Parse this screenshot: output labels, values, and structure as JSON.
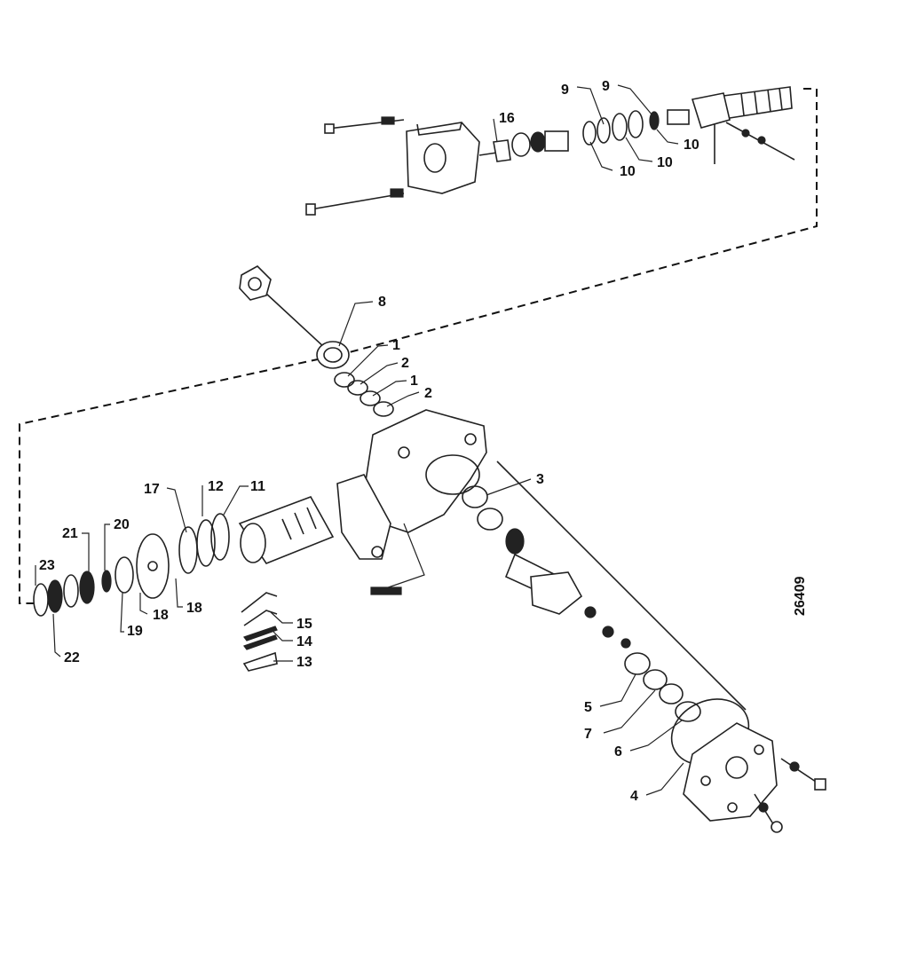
{
  "figure_code": "26409",
  "callouts": [
    {
      "id": "c16",
      "text": "16"
    },
    {
      "id": "c9a",
      "text": "9"
    },
    {
      "id": "c9b",
      "text": "9"
    },
    {
      "id": "c10a",
      "text": "10"
    },
    {
      "id": "c10b",
      "text": "10"
    },
    {
      "id": "c10c",
      "text": "10"
    },
    {
      "id": "c8",
      "text": "8"
    },
    {
      "id": "c1a",
      "text": "1"
    },
    {
      "id": "c2a",
      "text": "2"
    },
    {
      "id": "c1b",
      "text": "1"
    },
    {
      "id": "c2b",
      "text": "2"
    },
    {
      "id": "c3",
      "text": "3"
    },
    {
      "id": "c17",
      "text": "17"
    },
    {
      "id": "c12",
      "text": "12"
    },
    {
      "id": "c11",
      "text": "11"
    },
    {
      "id": "c21",
      "text": "21"
    },
    {
      "id": "c20",
      "text": "20"
    },
    {
      "id": "c23",
      "text": "23"
    },
    {
      "id": "c22",
      "text": "22"
    },
    {
      "id": "c19",
      "text": "19"
    },
    {
      "id": "c18a",
      "text": "18"
    },
    {
      "id": "c18b",
      "text": "18"
    },
    {
      "id": "c15",
      "text": "15"
    },
    {
      "id": "c14",
      "text": "14"
    },
    {
      "id": "c13",
      "text": "13"
    },
    {
      "id": "c5",
      "text": "5"
    },
    {
      "id": "c7",
      "text": "7"
    },
    {
      "id": "c6",
      "text": "6"
    },
    {
      "id": "c4",
      "text": "4"
    }
  ]
}
